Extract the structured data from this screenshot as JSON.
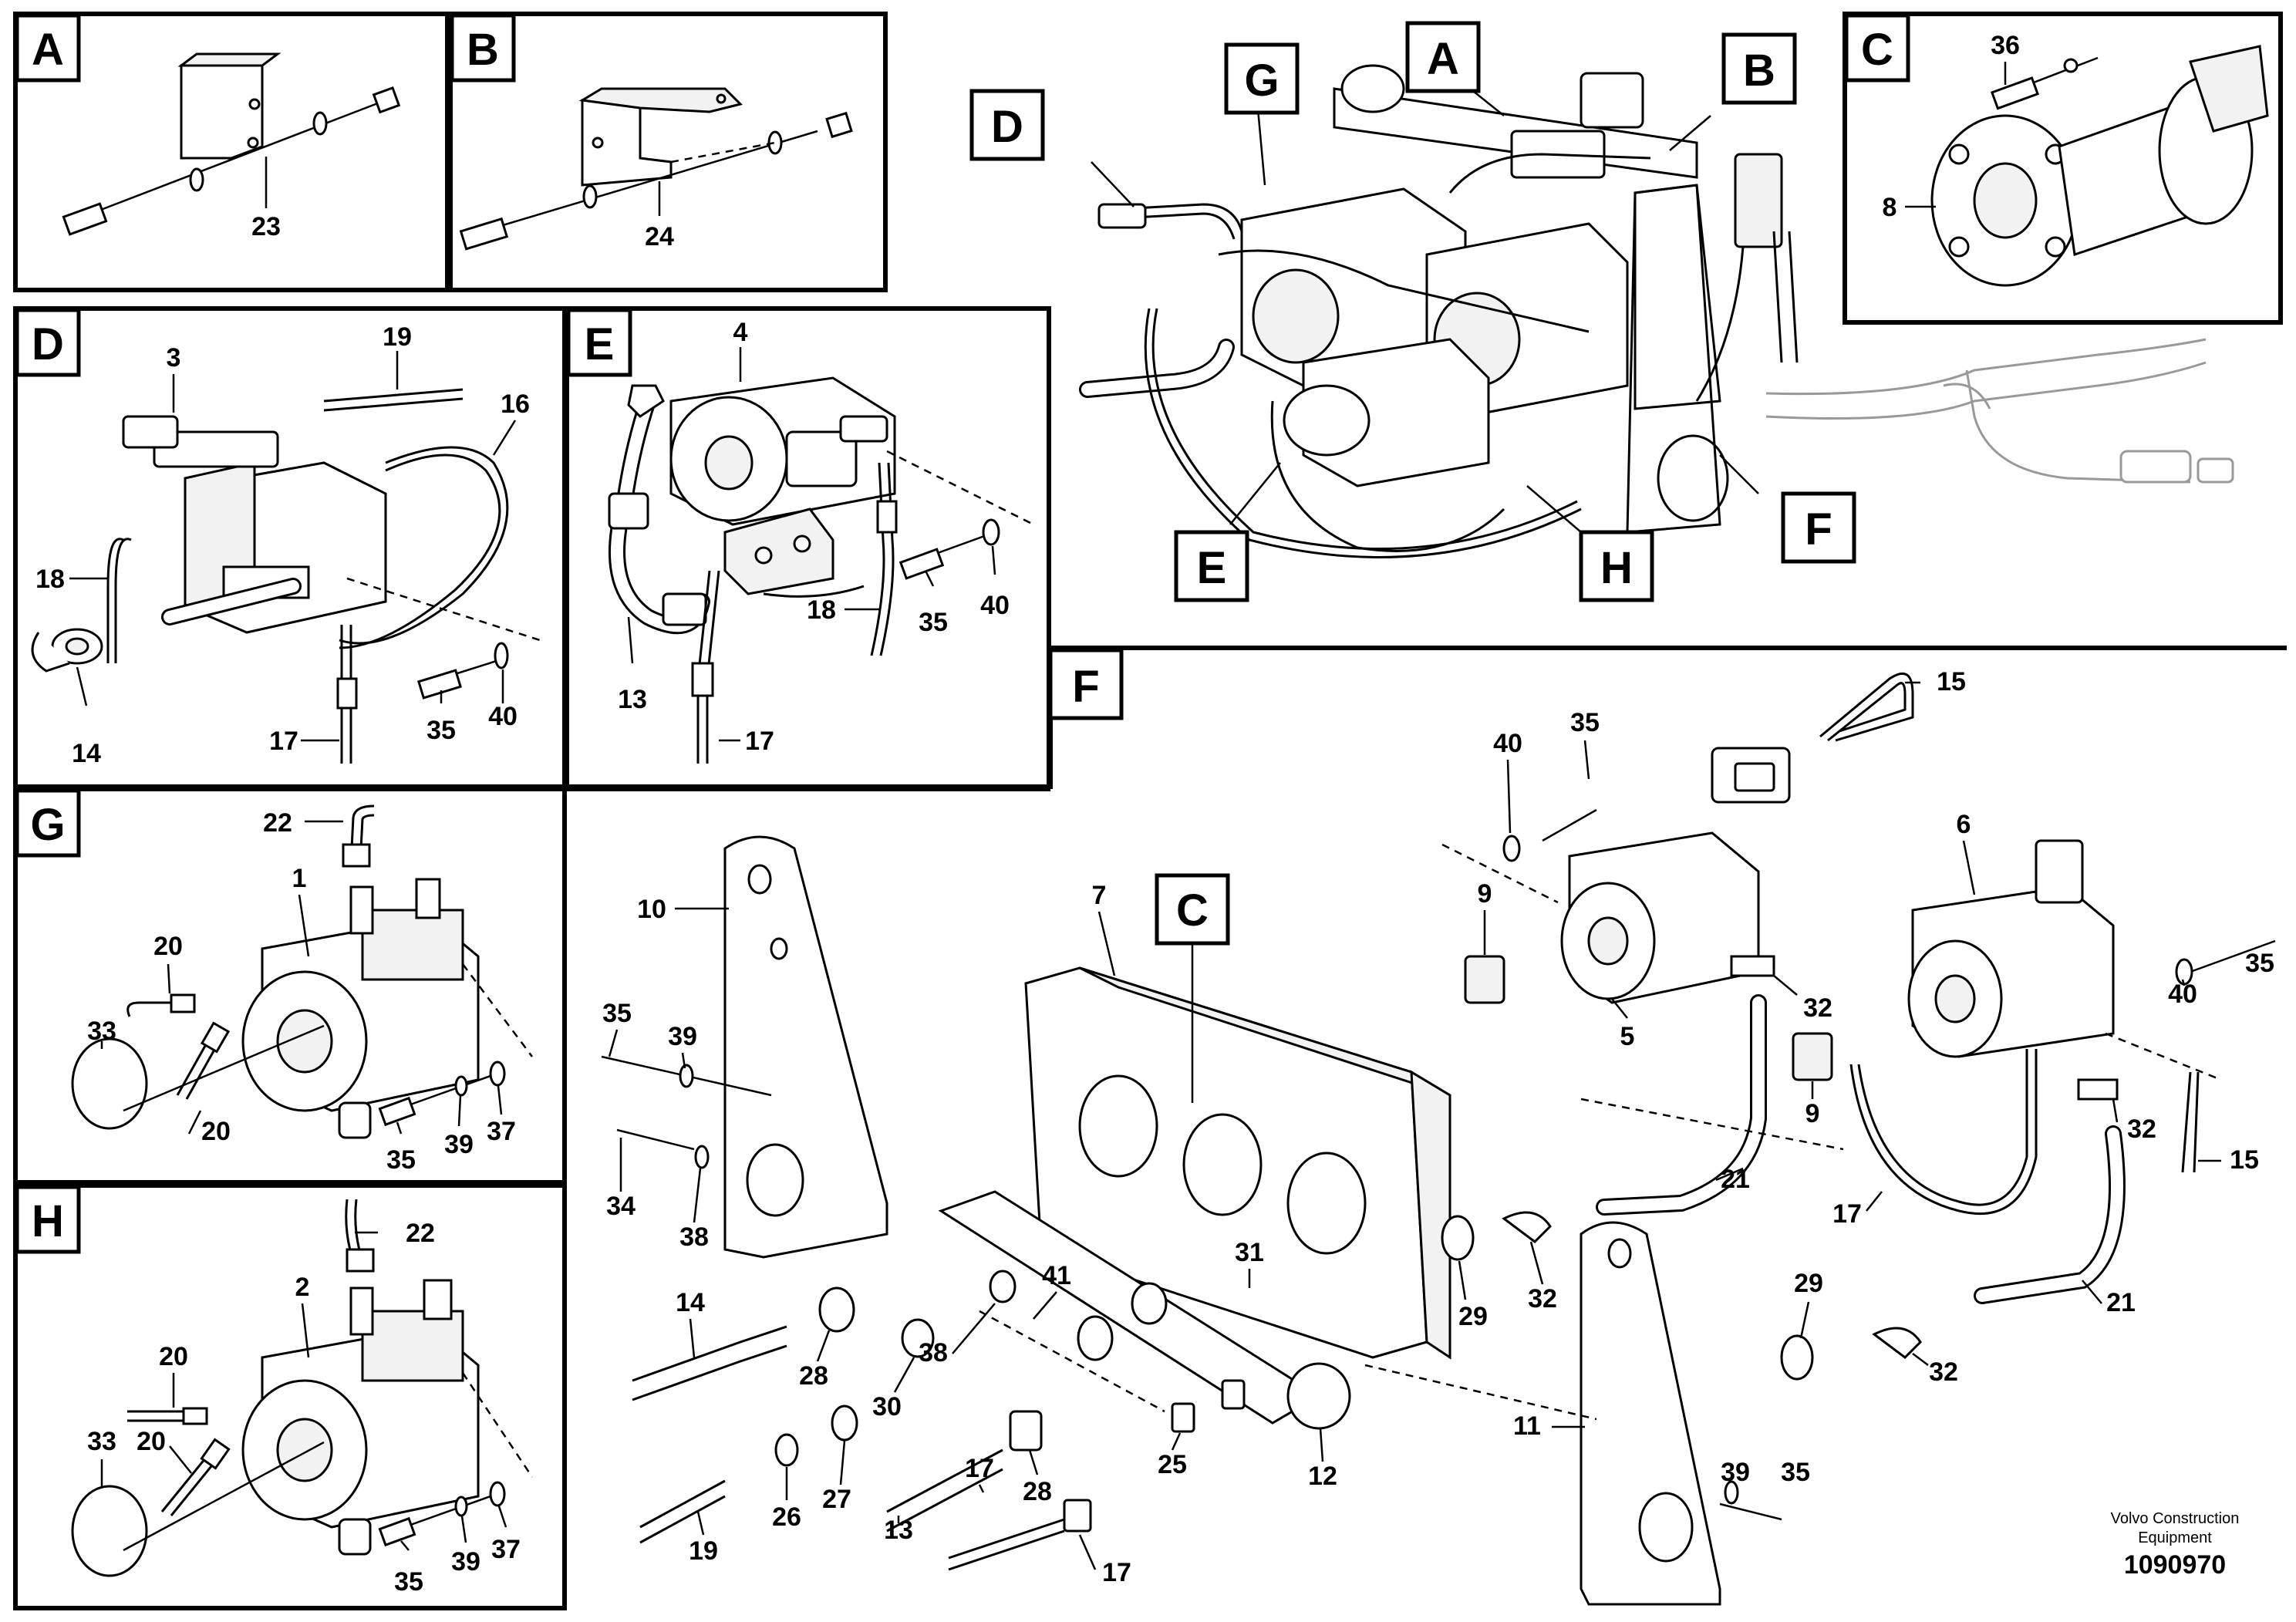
{
  "panels": {
    "A": {
      "letter": "A",
      "callouts": [
        "23"
      ]
    },
    "B": {
      "letter": "B",
      "callouts": [
        "24"
      ]
    },
    "C": {
      "letter": "C",
      "callouts": [
        "36",
        "8"
      ]
    },
    "D": {
      "letter": "D",
      "callouts": [
        "3",
        "19",
        "16",
        "18",
        "14",
        "17",
        "35",
        "40"
      ]
    },
    "E": {
      "letter": "E",
      "callouts": [
        "4",
        "13",
        "18",
        "35",
        "40",
        "17"
      ]
    },
    "G": {
      "letter": "G",
      "callouts": [
        "22",
        "1",
        "20",
        "33",
        "20",
        "35",
        "39",
        "37"
      ]
    },
    "H": {
      "letter": "H",
      "callouts": [
        "22",
        "2",
        "20",
        "20",
        "33",
        "35",
        "39",
        "37"
      ]
    },
    "F": {
      "letter": "F",
      "callouts": [
        "15",
        "40",
        "35",
        "6",
        "9",
        "5",
        "32",
        "35",
        "40",
        "32",
        "15",
        "10",
        "7",
        "35",
        "39",
        "34",
        "38",
        "9",
        "21",
        "17",
        "21",
        "31",
        "29",
        "32",
        "11",
        "29",
        "32",
        "14",
        "28",
        "30",
        "38",
        "41",
        "12",
        "25",
        "28",
        "17",
        "27",
        "26",
        "13",
        "19",
        "17",
        "39",
        "35"
      ]
    }
  },
  "overview": {
    "labels": [
      "A",
      "B",
      "C",
      "D",
      "E",
      "F",
      "G",
      "H"
    ]
  },
  "footer": {
    "company_line1": "Volvo Construction",
    "company_line2": "Equipment",
    "drawing_number": "1090970"
  }
}
